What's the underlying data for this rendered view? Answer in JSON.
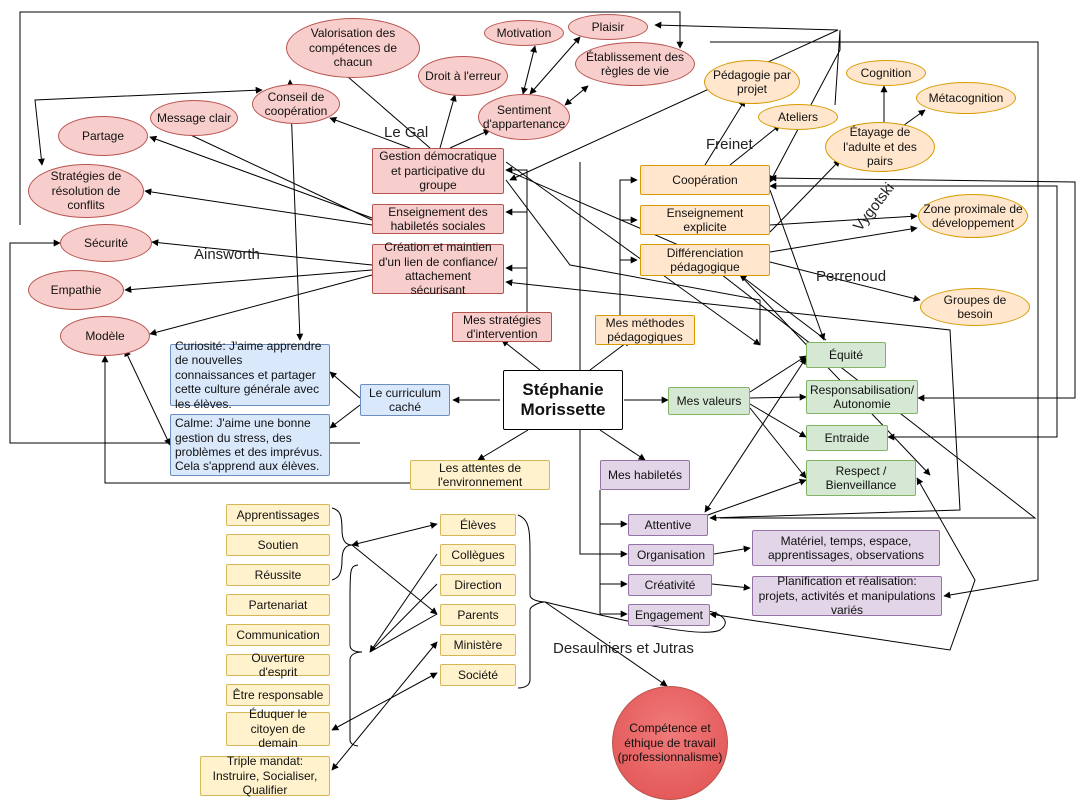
{
  "center": "Stéphanie Morissette",
  "red": {
    "valorisation": "Valorisation des compétences de chacun",
    "motivation": "Motivation",
    "plaisir": "Plaisir",
    "regles": "Établissement des règles de vie",
    "droit_erreur": "Droit à l'erreur",
    "sentiment": "Sentiment d'appartenance",
    "conseil": "Conseil de coopération",
    "message": "Message clair",
    "partage": "Partage",
    "strategies": "Stratégies de résolution de conflits",
    "securite": "Sécurité",
    "empathie": "Empathie",
    "modele": "Modèle",
    "gestion": "Gestion démocratique et participative du groupe",
    "enseignement_hab": "Enseignement des habiletés sociales",
    "creation": "Création et maintien d'un lien de confiance/ attachement sécurisant",
    "mes_strategies": "Mes stratégies d'intervention",
    "competence": "Compétence et éthique de travail (professionnalisme)"
  },
  "orange": {
    "pedagogie": "Pédagogie par projet",
    "ateliers": "Ateliers",
    "cognition": "Cognition",
    "metacognition": "Métacognition",
    "etayage": "Étayage de l'adulte et des pairs",
    "cooperation": "Coopération",
    "ens_explicite": "Enseignement explicite",
    "differenciation": "Différenciation pédagogique",
    "zone": "Zone proximale de développement",
    "groupes": "Groupes de besoin",
    "mes_methodes": "Mes méthodes pédagogiques"
  },
  "green": {
    "mes_valeurs": "Mes valeurs",
    "equite": "Équité",
    "responsabilisation": "Responsabilisation/ Autonomie",
    "entraide": "Entraide",
    "respect": "Respect / Bienveillance"
  },
  "purple": {
    "mes_habiletes": "Mes habiletés",
    "attentive": "Attentive",
    "organisation": "Organisation",
    "creativite": "Créativité",
    "engagement": "Engagement",
    "materiel": "Matériel, temps, espace, apprentissages, observations",
    "planification": "Planification et réalisation: projets, activités et manipulations variés"
  },
  "blue": {
    "curriculum": "Le curriculum caché",
    "curiosite": "Curiosité: J'aime apprendre de nouvelles connaissances et partager cette culture générale avec les élèves.",
    "calme": "Calme: J'aime une bonne gestion du stress, des problèmes et des imprévus. Cela s'apprend aux élèves."
  },
  "yellow": {
    "attentes": "Les attentes de l'environnement",
    "apprentissages": "Apprentissages",
    "soutien": "Soutien",
    "reussite": "Réussite",
    "partenariat": "Partenariat",
    "communication": "Communication",
    "ouverture": "Ouverture d'esprit",
    "etre_resp": "Être responsable",
    "eduquer": "Éduquer le citoyen de demain",
    "triple": "Triple mandat: Instruire, Socialiser, Qualifier",
    "eleves": "Élèves",
    "collegues": "Collègues",
    "direction": "Direction",
    "parents": "Parents",
    "ministere": "Ministère",
    "societe": "Société"
  },
  "labels": {
    "legal": "Le Gal",
    "freinet": "Freinet",
    "ainsworth": "Ainsworth",
    "vygotski": "Vygotski",
    "perrenoud": "Perrenoud",
    "desaulniers": "Desaulniers et Jutras"
  }
}
